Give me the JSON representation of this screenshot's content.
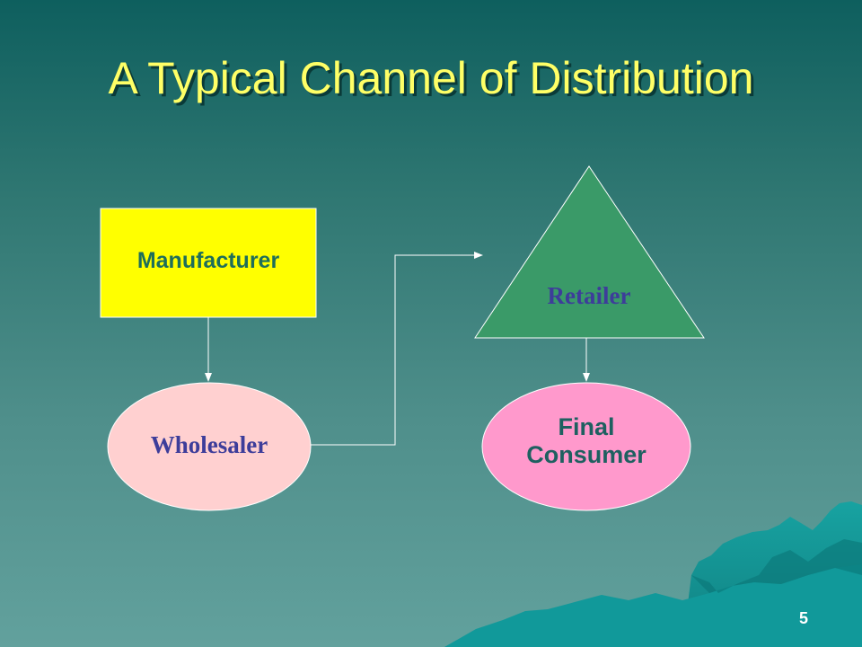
{
  "slide": {
    "title": "A Typical Channel of Distribution",
    "slide_number": "5"
  },
  "diagram": {
    "nodes": {
      "manufacturer": {
        "label": "Manufacturer",
        "shape": "rectangle",
        "fill": "#ffff00"
      },
      "wholesaler": {
        "label": "Wholesaler",
        "shape": "ellipse",
        "fill": "#ffd0d0"
      },
      "retailer": {
        "label": "Retailer",
        "shape": "triangle",
        "fill": "#3a9a68"
      },
      "final_consumer": {
        "label": "Final\nConsumer",
        "shape": "ellipse",
        "fill": "#ff99cc"
      }
    },
    "edges": [
      {
        "from": "manufacturer",
        "to": "wholesaler"
      },
      {
        "from": "wholesaler",
        "to": "retailer"
      },
      {
        "from": "retailer",
        "to": "final_consumer"
      }
    ]
  },
  "theme": {
    "title_color": "#ffff66",
    "background": "#2f7772",
    "connector_color": "#ffffff",
    "mountain_color": "#0f8e8e"
  }
}
